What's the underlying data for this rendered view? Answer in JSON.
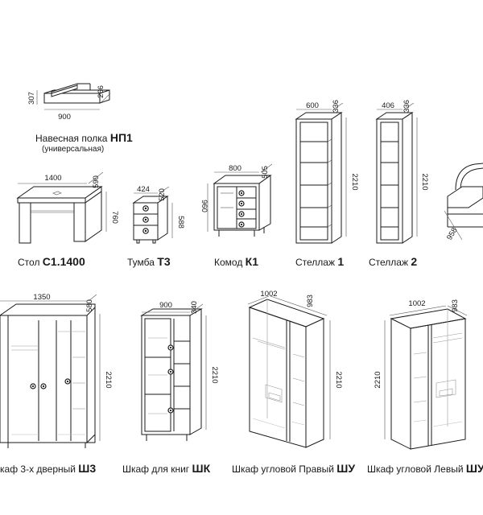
{
  "items": {
    "np1": {
      "name": "Навесная полка",
      "code": "НП1",
      "note": "(универсальная)",
      "dims": {
        "w": "900",
        "h": "307",
        "d": "266"
      }
    },
    "s1": {
      "name": "Стол",
      "code": "С1.1400",
      "dims": {
        "w": "1400",
        "h": "760",
        "d": "590"
      }
    },
    "t3": {
      "name": "Тумба",
      "code": "Т3",
      "dims": {
        "w": "424",
        "h": "588",
        "d": "520"
      }
    },
    "k1": {
      "name": "Комод",
      "code": "К1",
      "dims": {
        "w": "800",
        "h": "960",
        "d": "505"
      }
    },
    "st1": {
      "name": "Стеллаж",
      "code": "1",
      "dims": {
        "w": "600",
        "h": "2210",
        "d": "336"
      }
    },
    "st2": {
      "name": "Стеллаж",
      "code": "2",
      "dims": {
        "w": "406",
        "h": "2210",
        "d": "336"
      }
    },
    "bed": {
      "dims": {
        "d": "958"
      }
    },
    "sh3": {
      "name": "каф 3-х дверный",
      "code": "Ш3",
      "dims": {
        "w": "1350",
        "h": "2210",
        "d": "580"
      }
    },
    "shk": {
      "name": "Шкаф для книг",
      "code": "ШК",
      "dims": {
        "w": "900",
        "h": "2210",
        "d": "340"
      }
    },
    "shu_r": {
      "name": "Шкаф угловой Правый",
      "code": "ШУ",
      "dims": {
        "w": "1002",
        "h": "2210",
        "d": "983"
      }
    },
    "shu_l": {
      "name": "Шкаф угловой Левый",
      "code": "ШУ",
      "dims": {
        "w": "1002",
        "h": "2210",
        "d": "983"
      }
    }
  }
}
